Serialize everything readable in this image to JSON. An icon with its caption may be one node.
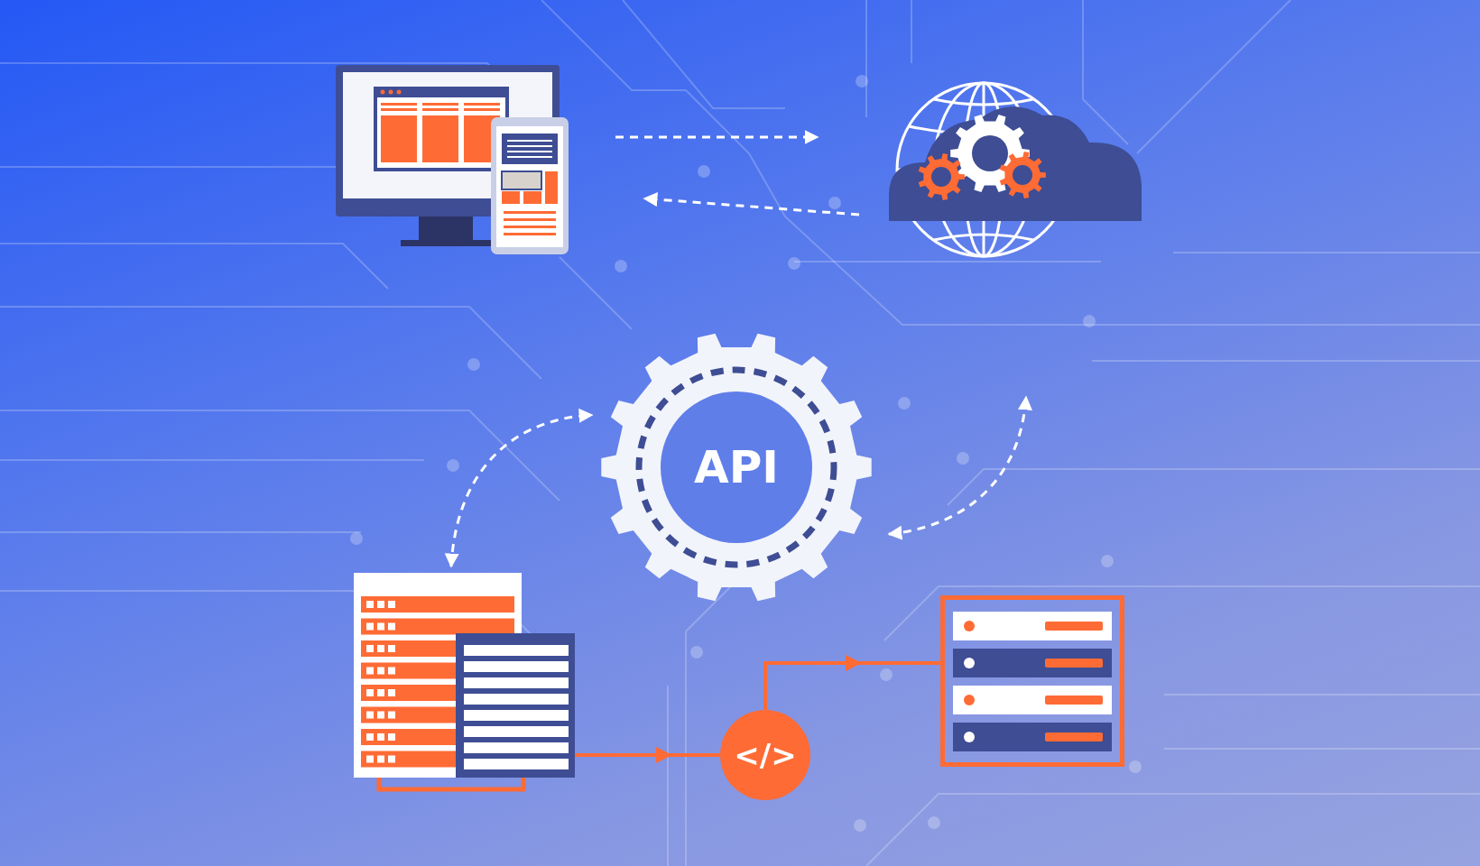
{
  "diagram": {
    "nodes": [
      {
        "text": [],
        "shape": "picture"
      },
      {
        "text": [],
        "shape": "picture"
      },
      {
        "text": [
          "API"
        ]
      },
      {
        "text": [],
        "shape": "picture"
      },
      {
        "text": [
          "</>"
        ]
      },
      {
        "text": [],
        "shape": "picture"
      }
    ],
    "edges": [
      {
        "from": 0,
        "to": 1,
        "arrow": "to",
        "style": "dashed"
      },
      {
        "from": 1,
        "to": 0,
        "arrow": "to",
        "style": "dashed"
      },
      {
        "from": 3,
        "to": 2,
        "arrow": "both",
        "style": "dashed"
      },
      {
        "from": 2,
        "to": null,
        "arrow": "both",
        "style": "dashed"
      },
      {
        "from": 3,
        "to": 4,
        "arrow": "to",
        "color": "#ff6b35"
      },
      {
        "from": 4,
        "to": 5,
        "arrow": "to",
        "color": "#ff6b35"
      }
    ]
  }
}
